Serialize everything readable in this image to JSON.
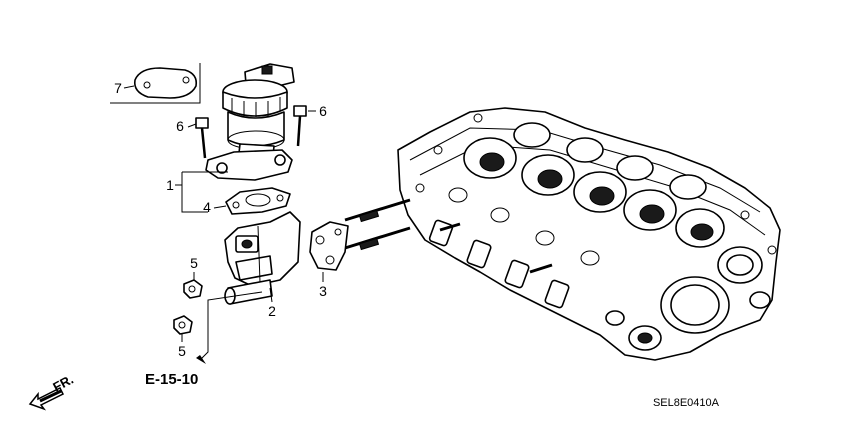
{
  "diagram": {
    "callouts": {
      "c1": "1",
      "c2": "2",
      "c3": "3",
      "c4": "4",
      "c5a": "5",
      "c5b": "5",
      "c6a": "6",
      "c6b": "6",
      "c7": "7"
    },
    "reference": "E-15-10",
    "direction": "FR.",
    "diagram_code": "SEL8E0410A"
  }
}
